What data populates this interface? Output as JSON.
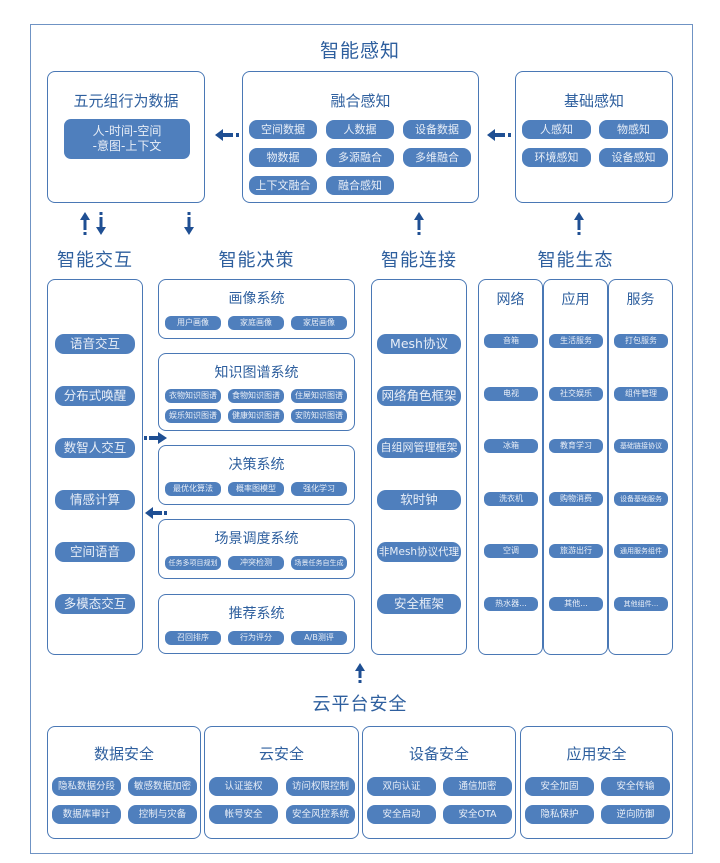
{
  "header": {
    "title": "智能感知"
  },
  "five_tuple": {
    "title": "五元组行为数据",
    "content_line1": "人-时间-空间",
    "content_line2": "-意图-上下文"
  },
  "fusion": {
    "title": "融合感知",
    "items": [
      "空间数据",
      "人数据",
      "设备数据",
      "物数据",
      "多源融合",
      "多维融合",
      "上下文融合",
      "融合感知"
    ]
  },
  "basic": {
    "title": "基础感知",
    "items": [
      "人感知",
      "物感知",
      "环境感知",
      "设备感知"
    ]
  },
  "interaction": {
    "title": "智能交互",
    "items": [
      "语音交互",
      "分布式唤醒",
      "数智人交互",
      "情感计算",
      "空间语音",
      "多模态交互"
    ]
  },
  "decision": {
    "title": "智能决策",
    "systems": [
      {
        "title": "画像系统",
        "items": [
          "用户画像",
          "家庭画像",
          "家居画像"
        ]
      },
      {
        "title": "知识图谱系统",
        "items": [
          "衣物知识图谱",
          "食物知识图谱",
          "住屋知识图谱",
          "娱乐知识图谱",
          "健康知识图谱",
          "安防知识图谱"
        ]
      },
      {
        "title": "决策系统",
        "items": [
          "最优化算法",
          "概率图模型",
          "强化学习"
        ]
      },
      {
        "title": "场景调度系统",
        "items": [
          "任务多项目规划",
          "冲突检测",
          "场景任务自生成"
        ]
      },
      {
        "title": "推荐系统",
        "items": [
          "召回排序",
          "行为评分",
          "A/B测评"
        ]
      }
    ]
  },
  "connection": {
    "title": "智能连接",
    "items": [
      "Mesh协议",
      "网络角色框架",
      "自组网管理框架",
      "软时钟",
      "非Mesh协议代理",
      "安全框架"
    ]
  },
  "ecology": {
    "title": "智能生态",
    "columns": [
      {
        "title": "网络",
        "items": [
          "音箱",
          "电视",
          "冰箱",
          "洗衣机",
          "空调",
          "热水器..."
        ]
      },
      {
        "title": "应用",
        "items": [
          "生活服务",
          "社交娱乐",
          "教育学习",
          "购物消费",
          "旅游出行",
          "其他..."
        ]
      },
      {
        "title": "服务",
        "items": [
          "打包服务",
          "组件管理",
          "基础链接协议",
          "设备基础服务",
          "通用服务组件",
          "其他组件..."
        ]
      }
    ]
  },
  "security": {
    "title": "云平台安全",
    "groups": [
      {
        "title": "数据安全",
        "items": [
          "隐私数据分段",
          "敏感数据加密",
          "数据库审计",
          "控制与灾备"
        ]
      },
      {
        "title": "云安全",
        "items": [
          "认证鉴权",
          "访问权限控制",
          "帐号安全",
          "安全风控系统"
        ]
      },
      {
        "title": "设备安全",
        "items": [
          "双向认证",
          "通信加密",
          "安全启动",
          "安全OTA"
        ]
      },
      {
        "title": "应用安全",
        "items": [
          "安全加固",
          "安全传输",
          "隐私保护",
          "逆向防御"
        ]
      }
    ]
  },
  "colors": {
    "border": "#4a78b5",
    "pill": "#4f7fbd",
    "title": "#2e5f9e",
    "arrow": "#1f4f93"
  }
}
